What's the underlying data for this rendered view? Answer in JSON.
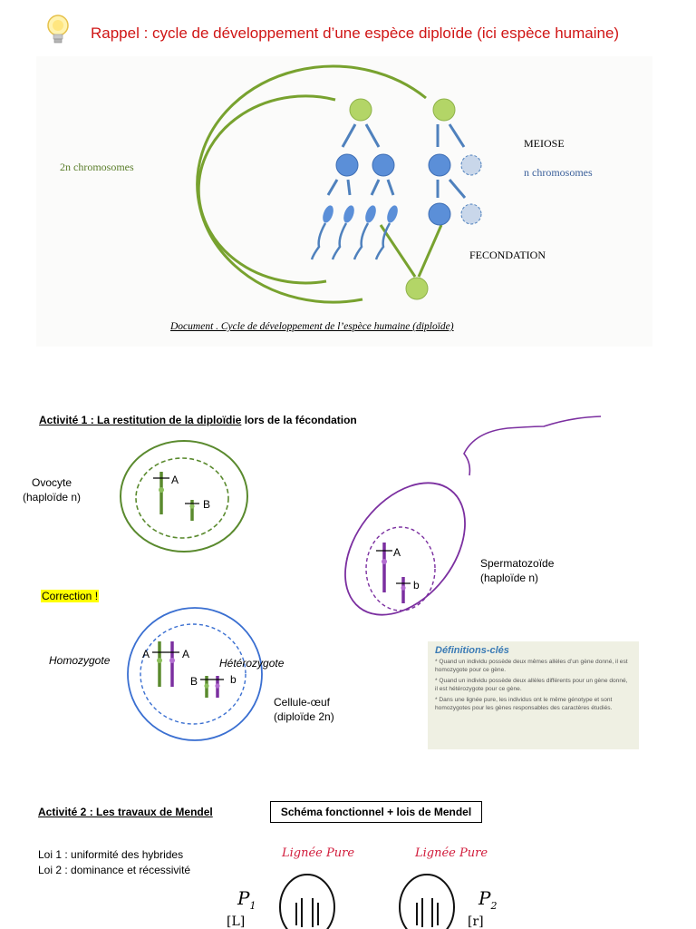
{
  "header": {
    "bulb_icon": "lightbulb-icon",
    "title": "Rappel : cycle de développement d’une espèce diploïde (ici espèce humaine)"
  },
  "cycle_diagram": {
    "label_2n": "2n chromosomes",
    "label_meiose": "MEIOSE",
    "label_n": "n chromosomes",
    "label_fecondation": "FECONDATION",
    "caption": "Document . Cycle de développement de l’espèce humaine (diploïde)",
    "colors": {
      "green": "#78a22f",
      "blue": "#4f81bd",
      "light_green": "#b3d567"
    }
  },
  "activity1": {
    "heading_underlined": "Activité 1 : La restitution de la diploïdie",
    "heading_rest": " lors de la fécondation",
    "ovocyte_label": "Ovocyte\n(haploïde n)",
    "spermato_label": "Spermatozoïde\n(haploïde n)",
    "allele_A": "A",
    "allele_B": "B",
    "allele_b": "b",
    "correction": "Correction !",
    "homozygote": "Homozygote",
    "heterozygote": "Hétérozygote",
    "cellule_label": "Cellule-œuf\n(diploïde 2n)",
    "colors": {
      "ovocyte": "#5a8a2e",
      "spermato": "#7b2fa0",
      "cellule": "#3a6fd1"
    }
  },
  "definitions": {
    "title": "Définitions-clés",
    "items": [
      "* Quand un individu possède deux mêmes allèles d’un gène donné, il est homozygote pour ce gène.",
      "* Quand un individu possède deux allèles différents pour un gène donné, il est hétérozygote pour ce gène.",
      "* Dans une lignée pure, les individus ont le même génotype et sont homozygotes pour les gènes responsables des caractères étudiés."
    ]
  },
  "activity2": {
    "heading": "Activité 2 : Les travaux de Mendel",
    "schema_box": "Schéma fonctionnel + lois de Mendel",
    "loi1": "Loi 1 : uniformité des hybrides",
    "loi2": "Loi 2 : dominance et récessivité",
    "handwritten": {
      "lignee1": "Lignée Pure",
      "lignee2": "Lignée Pure",
      "p1": "P",
      "p1_sub": "1",
      "p2": "P",
      "p2_sub": "2",
      "gen1": "[L]",
      "gen2": "[r]"
    }
  }
}
